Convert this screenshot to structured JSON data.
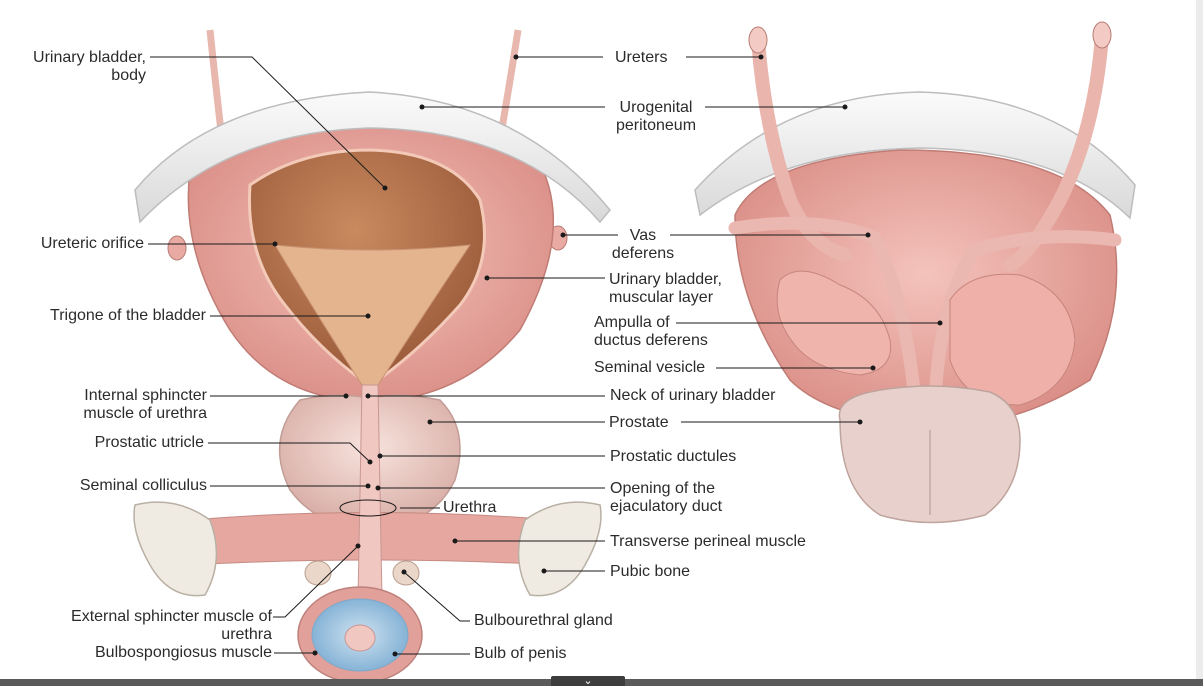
{
  "labels": {
    "bladder_body": [
      "Urinary bladder,",
      "body"
    ],
    "ureteric_orifice": "Ureteric orifice",
    "trigone": "Trigone of the bladder",
    "internal_sphincter": [
      "Internal sphincter",
      "muscle of urethra"
    ],
    "prostatic_utricle": "Prostatic utricle",
    "seminal_colliculus": "Seminal colliculus",
    "external_sphincter": [
      "External sphincter muscle of",
      "urethra"
    ],
    "bulbospongiosus": "Bulbospongiosus muscle",
    "urethra": "Urethra",
    "bulbourethral_gland": "Bulbourethral gland",
    "bulb_of_penis": "Bulb of penis",
    "ureters": "Ureters",
    "urogenital_peritoneum": [
      "Urogenital",
      "peritoneum"
    ],
    "vas_deferens": [
      "Vas",
      "deferens"
    ],
    "muscular_layer": [
      "Urinary bladder,",
      "muscular layer"
    ],
    "ampulla": [
      "Ampulla of",
      "ductus deferens"
    ],
    "seminal_vesicle": "Seminal vesicle",
    "neck_of_bladder": "Neck of urinary bladder",
    "prostate": "Prostate",
    "prostatic_ductules": "Prostatic ductules",
    "ejaculatory_opening": [
      "Opening of the",
      "ejaculatory duct"
    ],
    "transverse_perineal": "Transverse perineal muscle",
    "pubic_bone": "Pubic bone"
  },
  "ui": {
    "collapse_icon": "chevron-down-icon",
    "collapse_glyph": "⌄"
  },
  "colors": {
    "line": "#1a1a1a",
    "peritoneum": "#eeeeee",
    "muscle": "#e9aaa3",
    "mucosa": "#b9794d",
    "gland": "#f1c7c1",
    "bulb": "#a9c9e2",
    "bone": "#f0ebe2"
  }
}
